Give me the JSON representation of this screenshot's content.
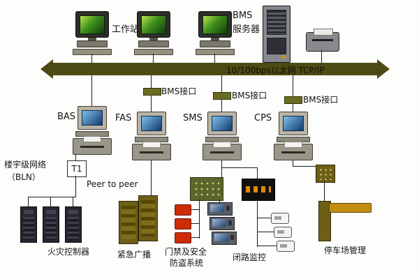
{
  "diagram": {
    "labels": {
      "workstation": "工作站",
      "bms_server_1": "BMS",
      "bms_server_2": "服务器",
      "backbone": "10/100bps以太网  TCP/IP",
      "bms_interface": "BMS接口",
      "bas": "BAS",
      "fas": "FAS",
      "sms": "SMS",
      "cps": "CPS",
      "bln_1": "楼宇级网络",
      "bln_2": "（BLN）",
      "t1": "T1",
      "peer_to_peer": "Peer to peer",
      "fire_controller": "火灾控制器",
      "emergency_broadcast": "紧急广播",
      "access_1": "门禁及安全",
      "access_2": "防盗系统",
      "cctv": "闭路监控",
      "parking": "停车场管理"
    },
    "colors": {
      "backbone": "#4d4b13",
      "interface_bar": "#6b6b22",
      "cabinet_brown": "#6e5f18",
      "alarm_red": "#ce2d05",
      "panel_green": "#5a662c",
      "panel_black": "#101011",
      "orange": "#e08a00",
      "gate_arm": "#c28d12"
    }
  }
}
